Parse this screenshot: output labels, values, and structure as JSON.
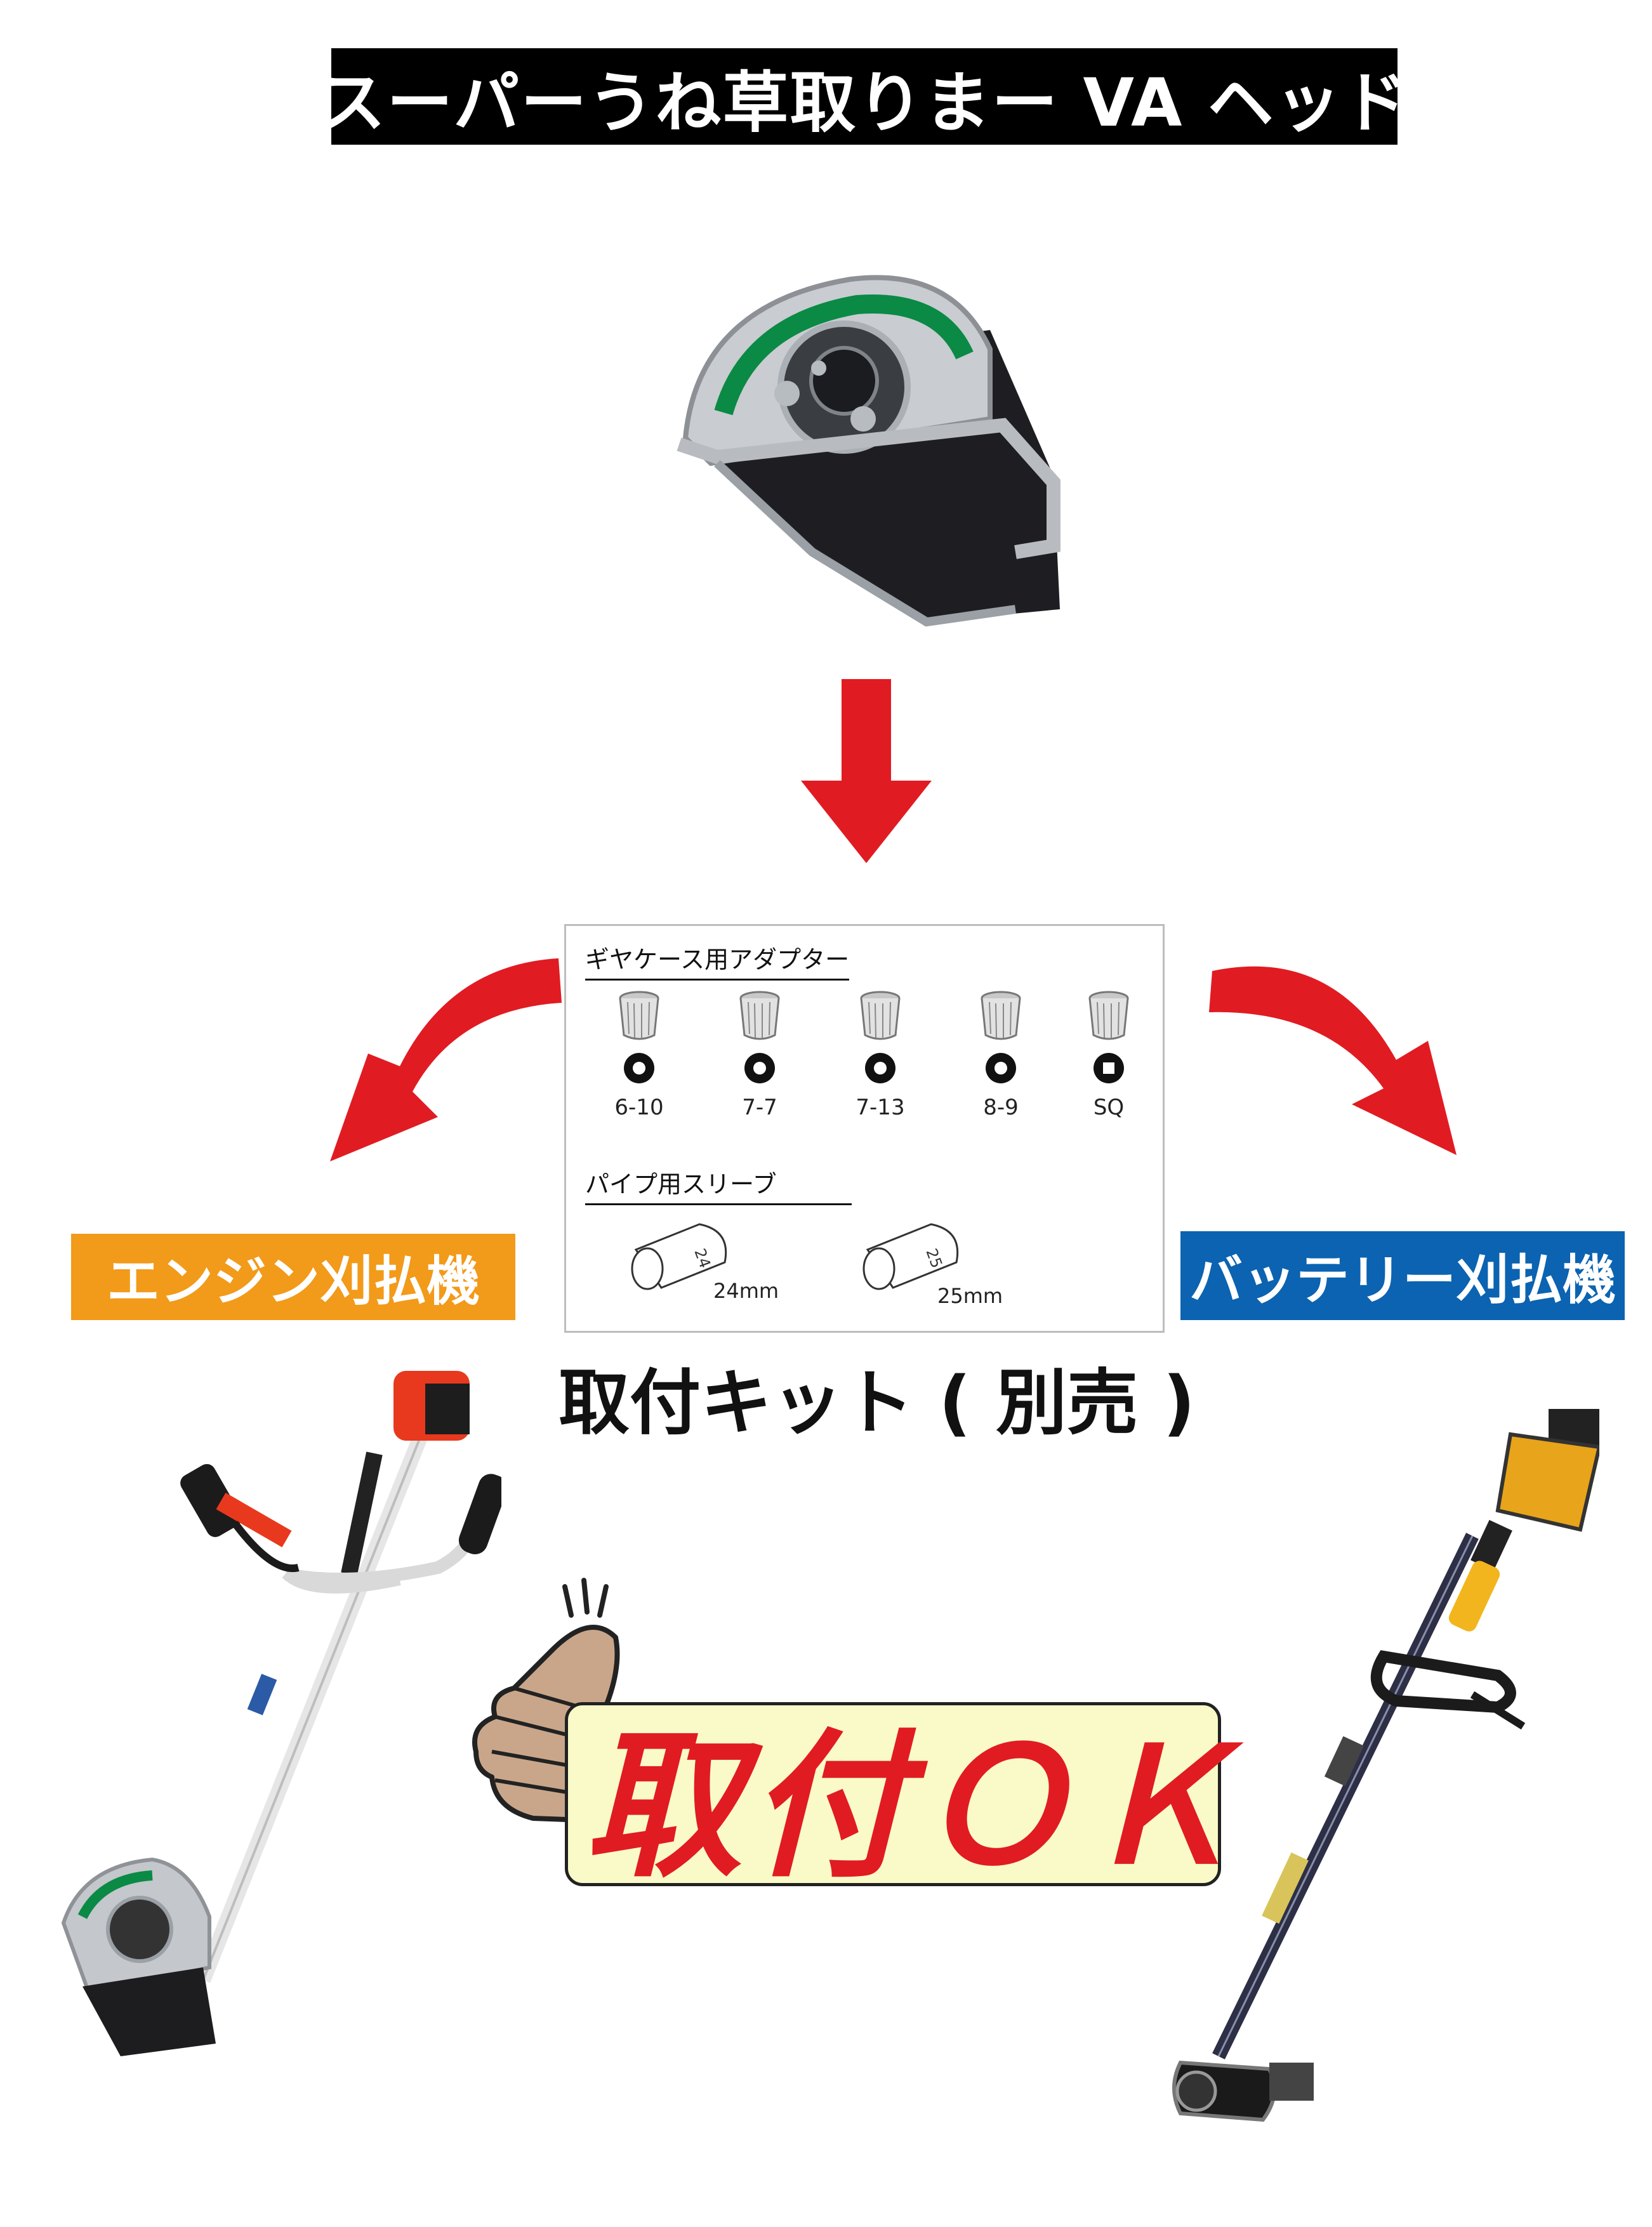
{
  "title": "スーパーうね草取りまー VA ヘッド",
  "kit": {
    "adapter_heading": "ギヤケース用アダプター",
    "adapters": [
      "6-10",
      "7-7",
      "7-13",
      "8-9",
      "SQ"
    ],
    "sleeve_heading": "パイプ用スリーブ",
    "sleeves": [
      {
        "mark": "24",
        "label": "24mm"
      },
      {
        "mark": "25",
        "label": "25mm"
      }
    ],
    "caption": "取付キット ( 別売 )"
  },
  "engine_tag": "エンジン刈払機",
  "battery_tag": "バッテリー刈払機",
  "ok_text": "取付ＯＫ",
  "colors": {
    "arrow_red": "#e11b22",
    "engine_orange": "#f29a19",
    "battery_blue": "#0b63b1",
    "ok_box_bg": "#fafac8"
  }
}
